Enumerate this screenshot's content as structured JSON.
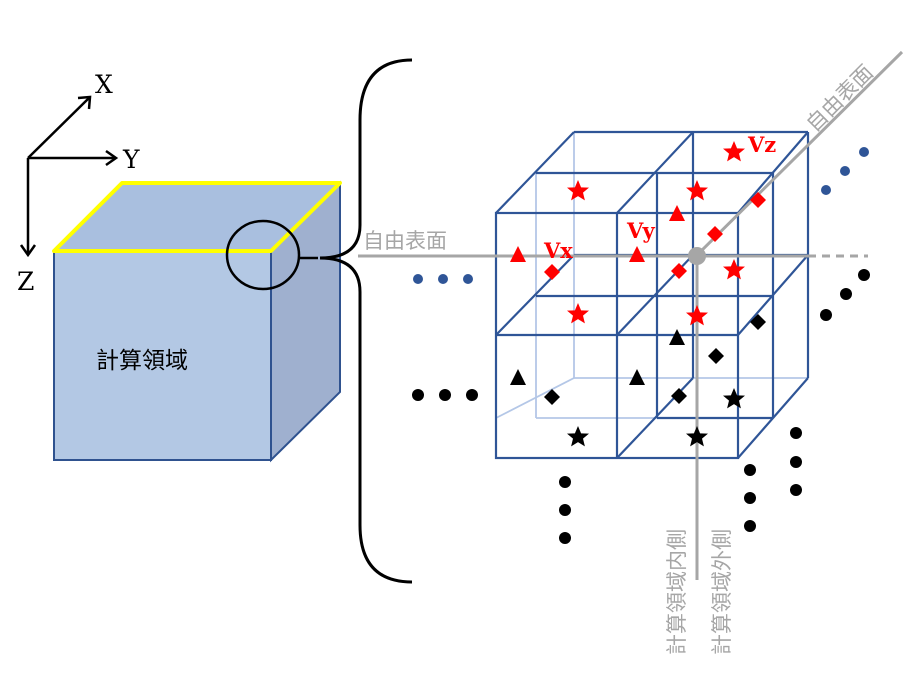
{
  "axes": {
    "x": "X",
    "y": "Y",
    "z": "Z"
  },
  "domain_box": {
    "label": "計算領域"
  },
  "free_surface_label": "自由表面",
  "free_surface_diag_label": "自由表面",
  "inside_label": "計算領域内側",
  "outside_label": "計算領域外側",
  "velocity_labels": {
    "vx": "Vx",
    "vy": "Vy",
    "vz": "Vz"
  },
  "colors": {
    "box_front": "#b3c8e4",
    "box_side": "#9fb0cf",
    "box_top": "#a9bfdf",
    "box_edge": "#2f528f",
    "surface_edge": "#ffff00",
    "cell_edge": "#2f5597",
    "cell_back_edge": "#b4c7e7",
    "marker_red": "#ff0000",
    "marker_black": "#000000",
    "dots_blue": "#2f5597",
    "gray_line": "#a6a6a6",
    "gray_node": "#a6a6a6"
  }
}
